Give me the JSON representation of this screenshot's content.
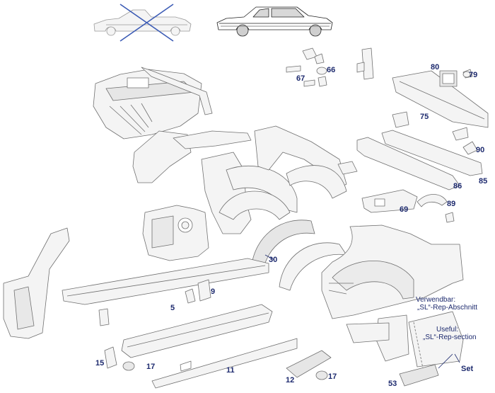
{
  "callouts": {
    "c5": "5",
    "c9": "9",
    "c11": "11",
    "c12": "12",
    "c15": "15",
    "c17a": "17",
    "c17b": "17",
    "c30": "30",
    "c53": "53",
    "c66": "66",
    "c67": "67",
    "c69": "69",
    "c75": "75",
    "c79": "79",
    "c80": "80",
    "c85": "85",
    "c86": "86",
    "c89": "89",
    "c90": "90"
  },
  "notes": {
    "de_line1": "Verwendbar:",
    "de_line2": "„SL“-Rep-Abschnitt",
    "en_line1": "Useful:",
    "en_line2": "„SL“-Rep-section",
    "set_label": "Set"
  },
  "colors": {
    "callout": "#1d2a6e",
    "line": "#6e6e6e",
    "fill": "#f2f2f2",
    "cross": "#3b5bb5"
  }
}
